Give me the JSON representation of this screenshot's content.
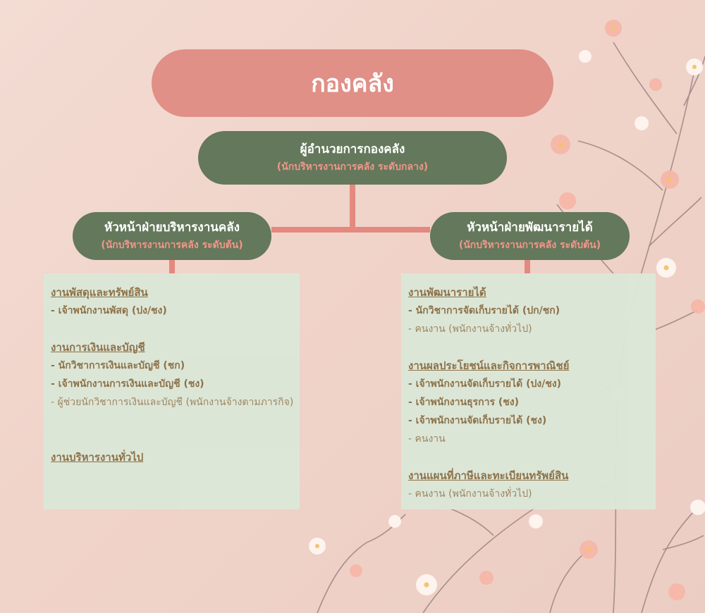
{
  "title": "กองคลัง",
  "director": {
    "name": "ผู้อำนวยการกองคลัง",
    "rank": "(นักบริหารงานการคลัง ระดับกลาง)"
  },
  "left_head": {
    "name": "หัวหน้าฝ่ายบริหารงานคลัง",
    "rank": "(นักบริหารงานการคลัง ระดับต้น)"
  },
  "right_head": {
    "name": "หัวหน้าฝ่ายพัฒนารายได้",
    "rank": "(นักบริหารงานการคลัง ระดับต้น)"
  },
  "left_sections": [
    {
      "title": "งานพัสดุและทรัพย์สิน",
      "items": [
        "- เจ้าพนักงานพัสดุ (ปง/ชง)"
      ]
    },
    {
      "title": "งานการเงินและบัญชี",
      "items": [
        "- นักวิชาการเงินและบัญชี (ชก)",
        "- เจ้าพนักงานการเงินและบัญชี (ชง)",
        "- ผู้ช่วยนักวิชาการเงินและบัญชี (พนักงานจ้างตามภารกิจ)"
      ]
    },
    {
      "title": "งานบริหารงานทั่วไป",
      "items": []
    }
  ],
  "right_sections": [
    {
      "title": "งานพัฒนารายได้",
      "items": [
        "- นักวิชาการจัดเก็บรายได้ (ปก/ชก)",
        "- คนงาน (พนักงานจ้างทั่วไป)"
      ]
    },
    {
      "title": "งานผลประโยชน์และกิจการพาณิชย์",
      "items": [
        "- เจ้าพนักงานจัดเก็บรายได้ (ปง/ชง)",
        "- เจ้าพนักงานธุรการ (ชง)",
        "- เจ้าพนักงานจัดเก็บรายได้ (ชง)",
        "- คนงาน"
      ]
    },
    {
      "title": "งานแผนที่ภาษีและทะเบียนทรัพย์สิน",
      "items": [
        "- คนงาน (พนักงานจ้างทั่วไป)"
      ]
    }
  ],
  "colors": {
    "background": "#f0d5cb",
    "title_pill": "#e09087",
    "head_pill": "#64785b",
    "rank_text": "#f0968a",
    "connector": "#e4897f",
    "box": "#dce7d8",
    "box_text": "#8a6f45",
    "box_text_light": "#9b845e"
  }
}
